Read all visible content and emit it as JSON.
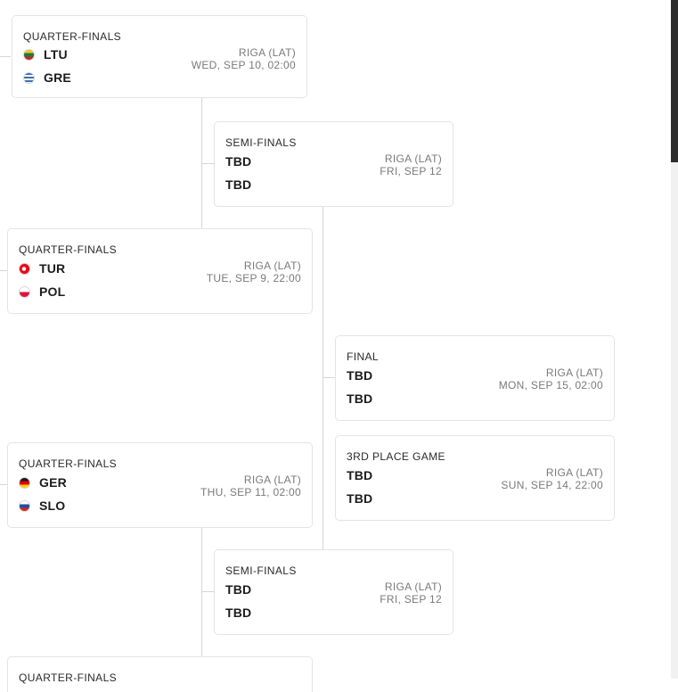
{
  "colors": {
    "text": "#1c1c1c",
    "muted": "#7a7a7a",
    "border": "#e4e4e4",
    "connector": "#d6d6d6"
  },
  "matches": {
    "qf1": {
      "round": "QUARTER-FINALS",
      "team1": "LTU",
      "team2": "GRE",
      "flag1": "lithuania-flag-icon",
      "flag2": "greece-flag-icon",
      "venue": "RIGA (LAT)",
      "date": "WED, SEP 10, 02:00"
    },
    "sf1": {
      "round": "SEMI-FINALS",
      "team1": "TBD",
      "team2": "TBD",
      "venue": "RIGA (LAT)",
      "date": "FRI, SEP 12"
    },
    "qf2": {
      "round": "QUARTER-FINALS",
      "team1": "TUR",
      "team2": "POL",
      "flag1": "turkey-flag-icon",
      "flag2": "poland-flag-icon",
      "venue": "RIGA (LAT)",
      "date": "TUE, SEP 9, 22:00"
    },
    "final": {
      "round": "FINAL",
      "team1": "TBD",
      "team2": "TBD",
      "venue": "RIGA (LAT)",
      "date": "MON, SEP 15, 02:00"
    },
    "third": {
      "round": "3RD PLACE GAME",
      "team1": "TBD",
      "team2": "TBD",
      "venue": "RIGA (LAT)",
      "date": "SUN, SEP 14, 22:00"
    },
    "qf3": {
      "round": "QUARTER-FINALS",
      "team1": "GER",
      "team2": "SLO",
      "flag1": "germany-flag-icon",
      "flag2": "slovenia-flag-icon",
      "venue": "RIGA (LAT)",
      "date": "THU, SEP 11, 02:00"
    },
    "sf2": {
      "round": "SEMI-FINALS",
      "team1": "TBD",
      "team2": "TBD",
      "venue": "RIGA (LAT)",
      "date": "FRI, SEP 12"
    },
    "qf4": {
      "round": "QUARTER-FINALS"
    }
  }
}
